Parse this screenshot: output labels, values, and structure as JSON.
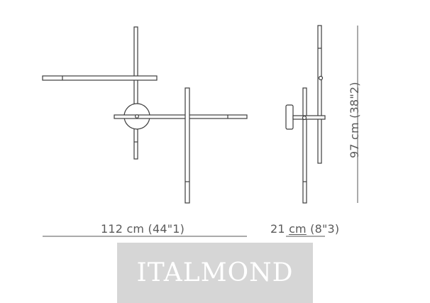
{
  "dimensions": {
    "front_width_value": "112",
    "front_width_unit": "cm",
    "front_width_inches": "(44\"1)",
    "side_width_value": "21",
    "side_width_unit": "cm",
    "side_width_inches": "(8\"3)",
    "height_label": "97 cm (38\"2)"
  },
  "watermark": {
    "text": "ITALMOND"
  },
  "colors": {
    "line": "#3c3c3c",
    "dim_line": "#555555",
    "watermark_bg": "#d6d6d6"
  }
}
